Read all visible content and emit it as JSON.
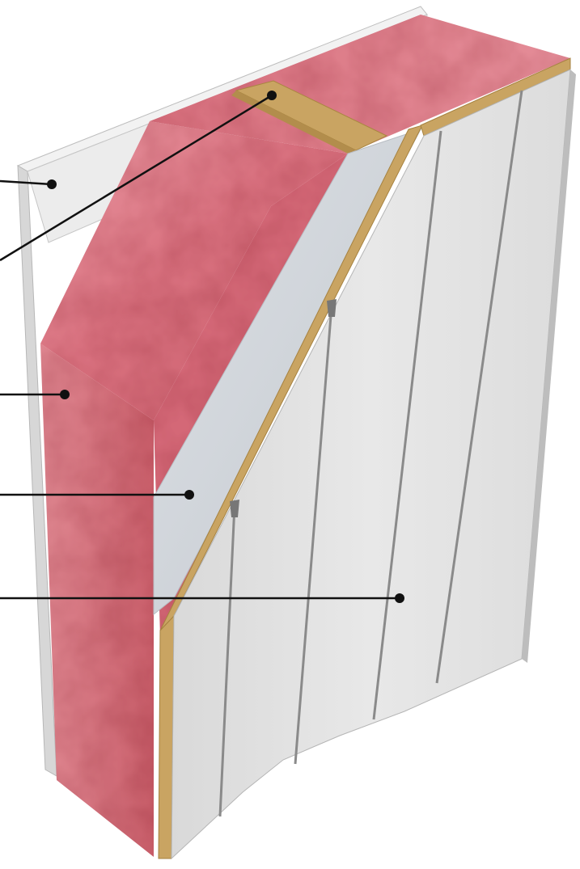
{
  "diagram": {
    "type": "wall-section-cutaway",
    "layers": [
      {
        "id": "interior-drywall",
        "icon": "gypsum-board"
      },
      {
        "id": "wood-stud",
        "icon": "timber-stud"
      },
      {
        "id": "insulation-batt",
        "icon": "pink-fiberglass"
      },
      {
        "id": "sheathing-face",
        "icon": "rigid-board"
      },
      {
        "id": "exterior-panel",
        "icon": "vertical-panel-siding"
      }
    ],
    "callouts": [
      {
        "target": "interior-drywall",
        "label": ""
      },
      {
        "target": "wood-stud",
        "label": ""
      },
      {
        "target": "insulation-batt",
        "label": ""
      },
      {
        "target": "sheathing-face",
        "label": ""
      },
      {
        "target": "exterior-panel",
        "label": ""
      }
    ],
    "colors": {
      "insulation": "#d9717f",
      "insulation_dark": "#c1525e",
      "insulation_light": "#ea9aa4",
      "stud": "#c9a462",
      "drywall": "#eaeaea",
      "drywall_edge": "#d2d2d2",
      "sheathing": "#cfd3d8",
      "panel": "#e5e5e5",
      "panel_shadow": "#c8c8c8",
      "seam": "#8a8a8a",
      "leader": "#111111"
    }
  }
}
